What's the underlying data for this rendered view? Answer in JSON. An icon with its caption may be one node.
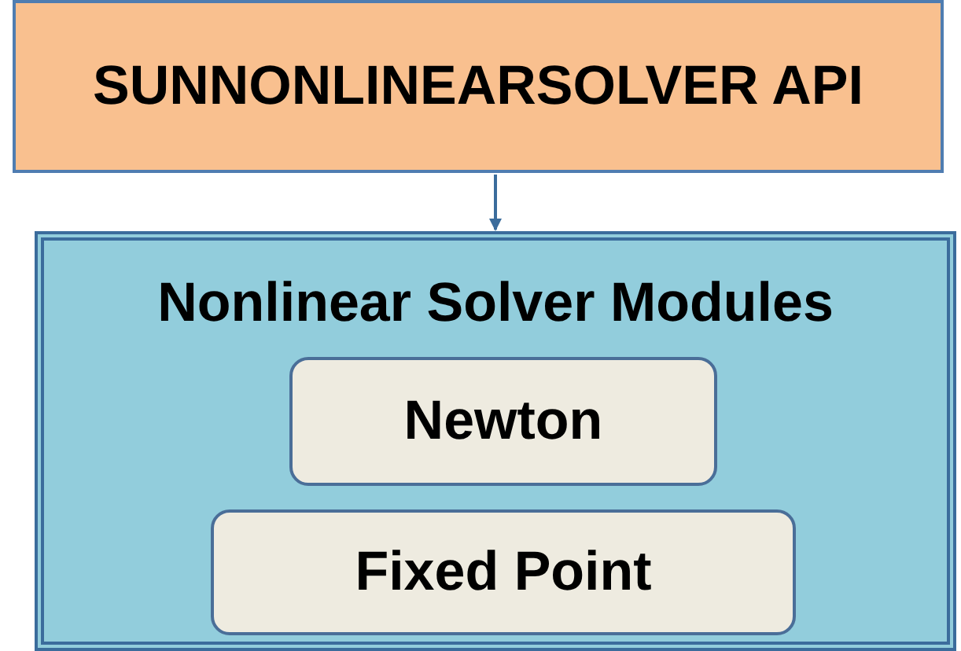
{
  "diagram": {
    "nodes": [
      {
        "text": [
          "SUNNONLINEARSOLVER API"
        ]
      },
      {
        "text": [
          "Nonlinear Solver Modules"
        ]
      },
      {
        "text": [
          "Newton"
        ],
        "in": 1
      },
      {
        "text": [
          "Fixed Point"
        ],
        "in": 1
      }
    ],
    "edges": [
      {
        "from": 0,
        "to": 1,
        "arrow": "to"
      }
    ]
  }
}
